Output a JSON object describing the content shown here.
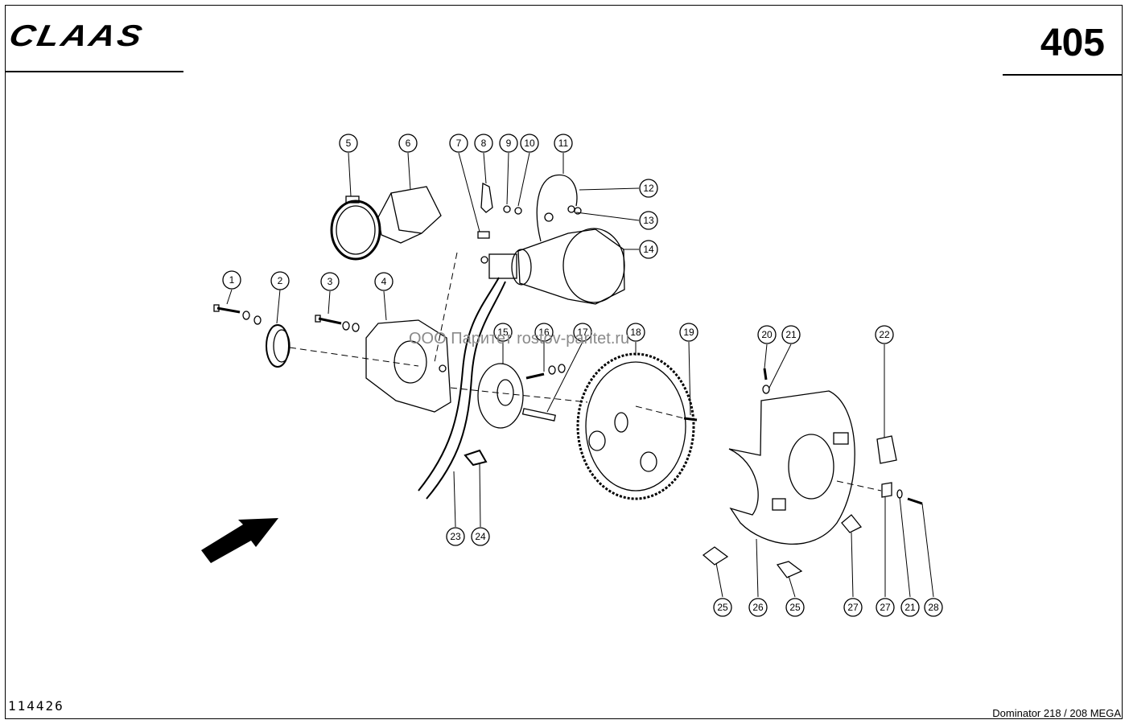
{
  "header": {
    "brand": "CLAAS",
    "page_number": "405"
  },
  "footer": {
    "drawing_number": "114426",
    "model": "Dominator 218 / 208 MEGA"
  },
  "watermark": "ООО Паритет  rostov-paritet.ru",
  "callouts": [
    "1",
    "2",
    "3",
    "4",
    "5",
    "6",
    "7",
    "8",
    "9",
    "10",
    "11",
    "12",
    "13",
    "14",
    "15",
    "16",
    "17",
    "18",
    "19",
    "20",
    "21",
    "22",
    "23",
    "24",
    "25",
    "26",
    "25",
    "27",
    "27",
    "21",
    "28"
  ]
}
